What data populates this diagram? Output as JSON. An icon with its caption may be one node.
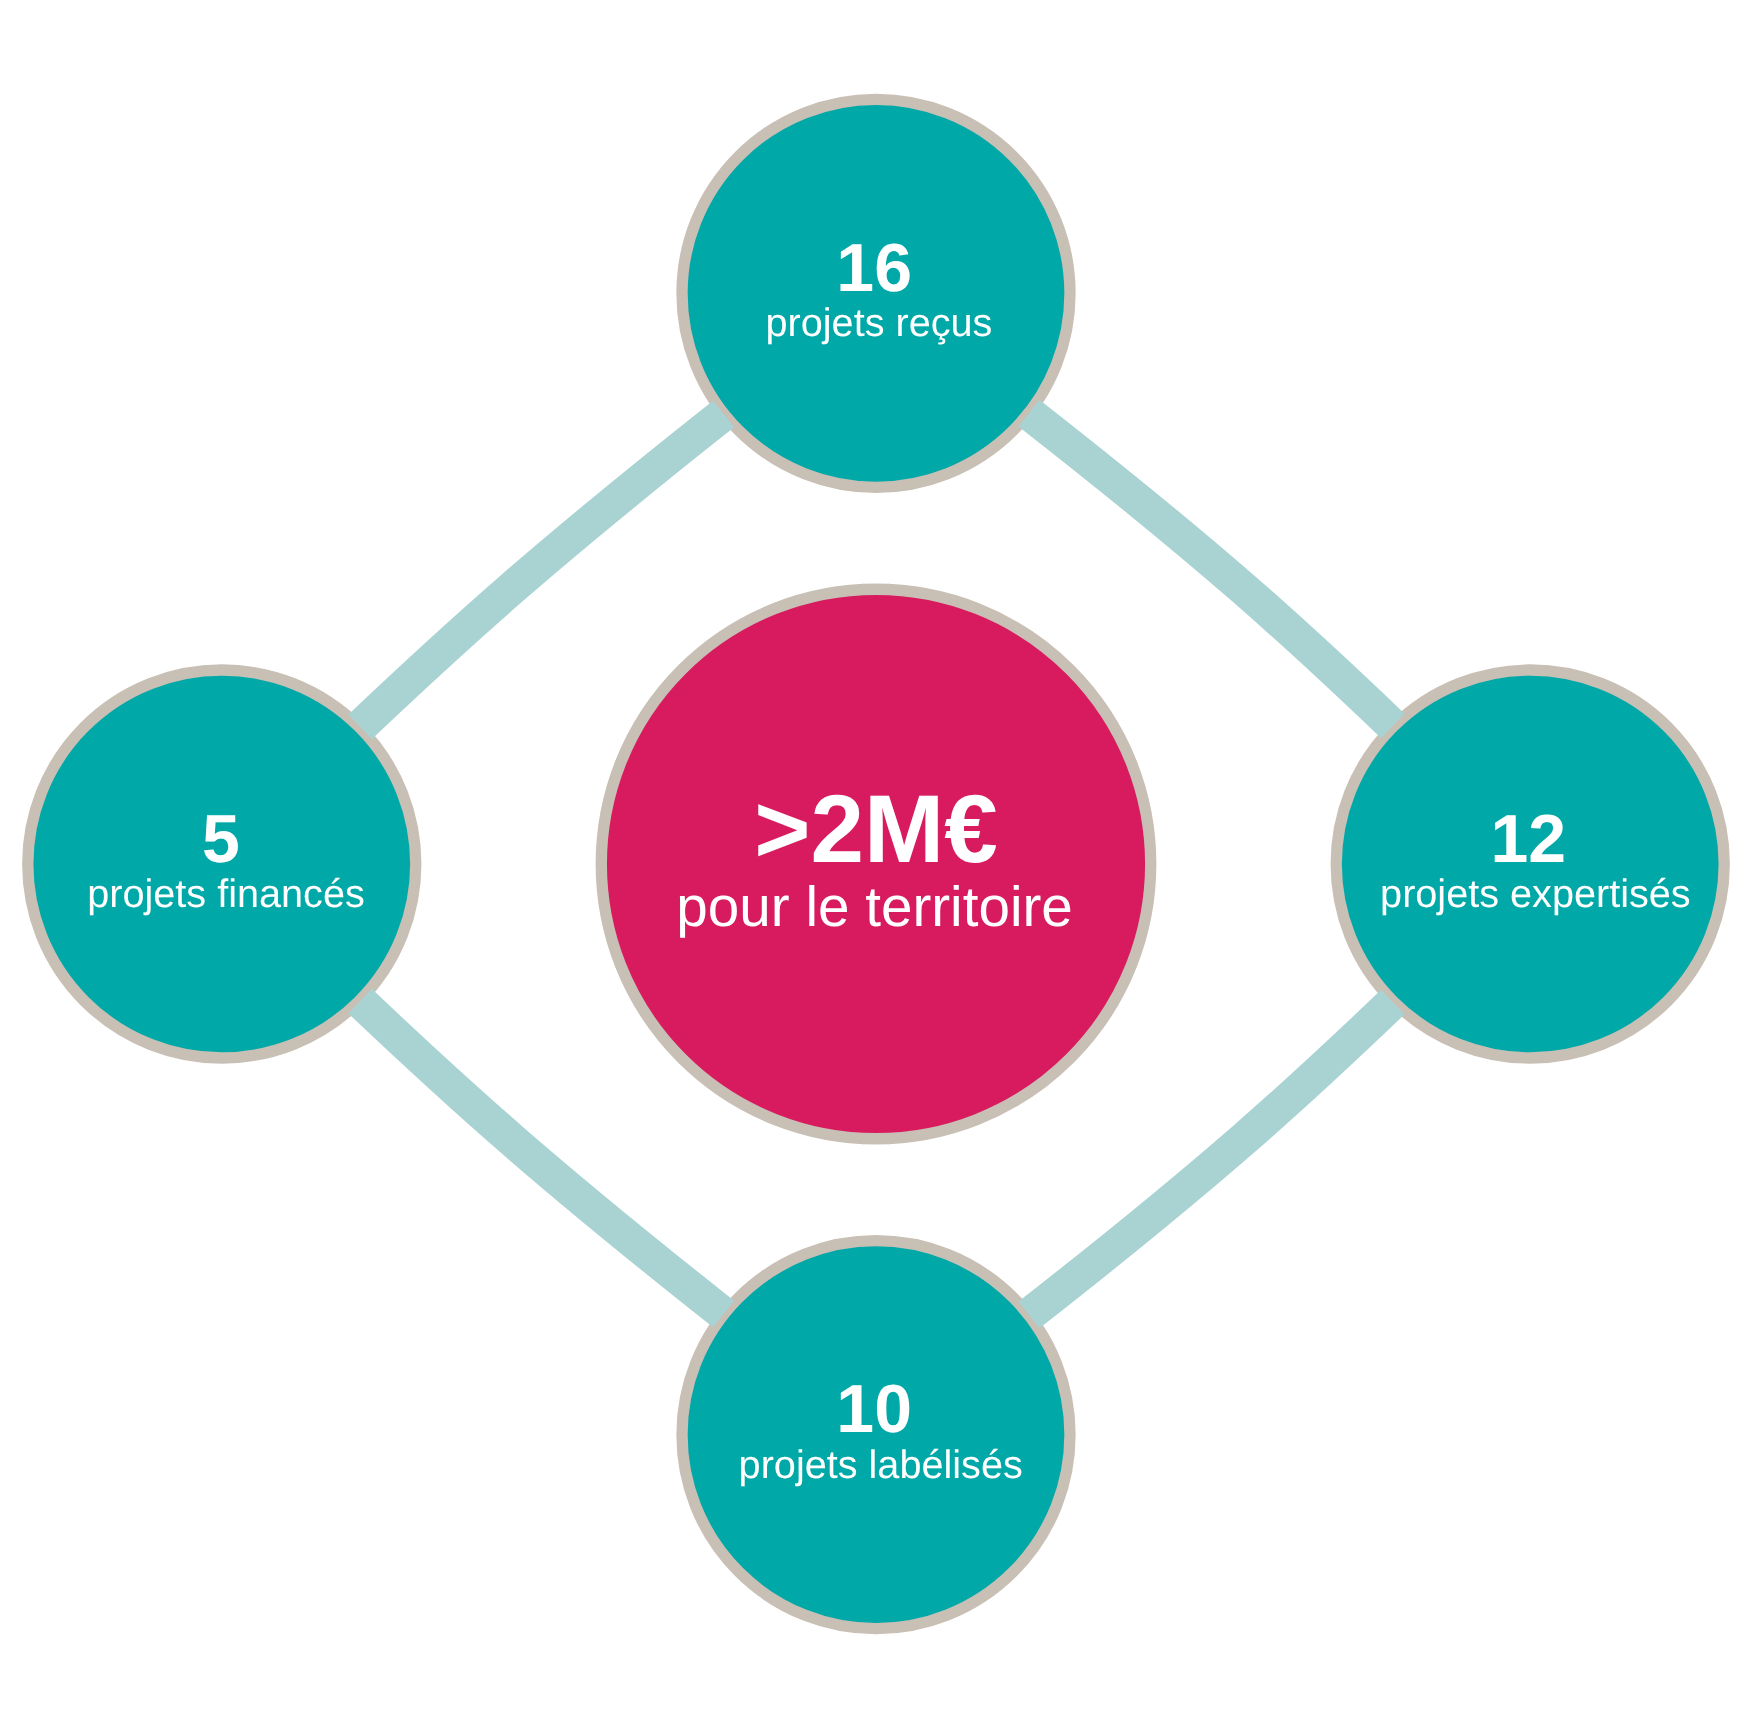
{
  "diagram": {
    "nodes": [
      {
        "text": [
          "16",
          "projets reçus"
        ]
      },
      {
        "text": [
          "5",
          "projets financés"
        ]
      },
      {
        "text": [
          ">2M€",
          "pour le territoire"
        ]
      },
      {
        "text": [
          "12",
          "projets expertisés"
        ]
      },
      {
        "text": [
          "10",
          "projets labélisés"
        ]
      }
    ],
    "edges": [
      {
        "from": 0,
        "to": 3,
        "arrow": "none"
      },
      {
        "from": 3,
        "to": 4,
        "arrow": "none"
      },
      {
        "from": 4,
        "to": 1,
        "arrow": "none"
      },
      {
        "from": 1,
        "to": 0,
        "arrow": "none"
      }
    ]
  }
}
